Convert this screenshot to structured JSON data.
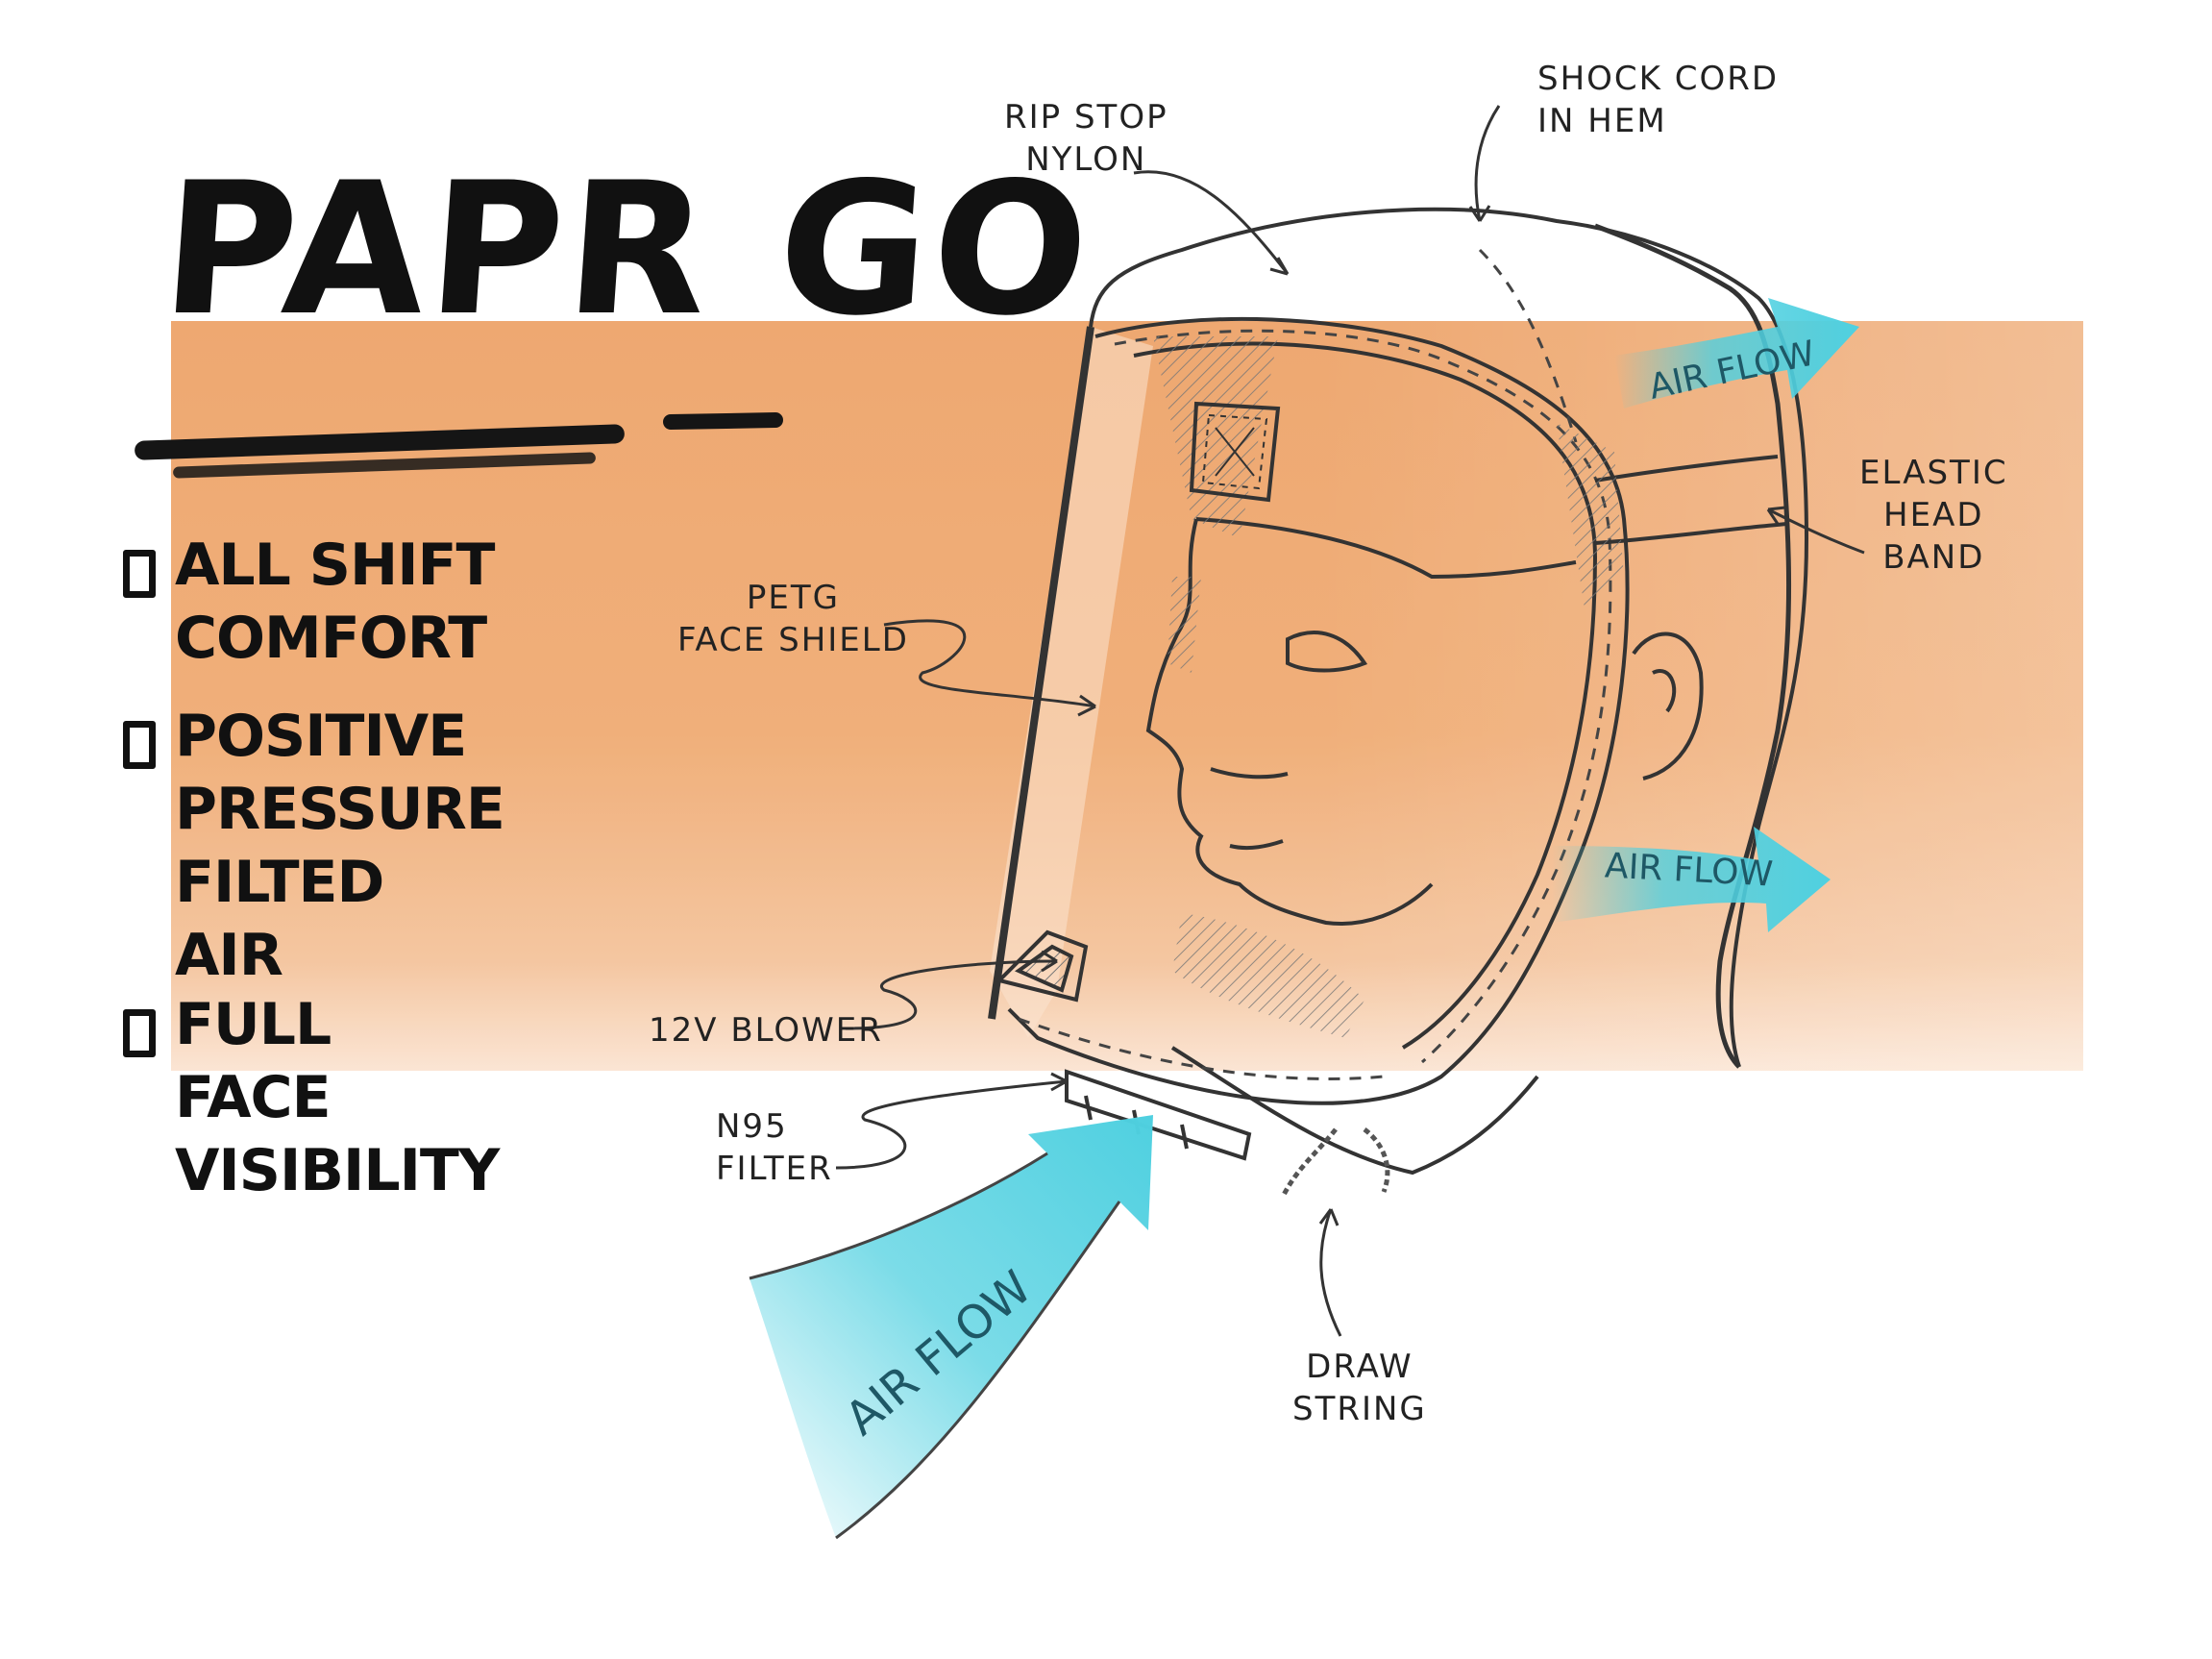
{
  "title": {
    "text": "PAPR GO"
  },
  "features": [
    {
      "text": "ALL SHIFT\nCOMFORT"
    },
    {
      "text": "POSITIVE\nPRESSURE\nFILTED\nAIR"
    },
    {
      "text": "FULL\nFACE\nVISIBILITY"
    }
  ],
  "labels": {
    "rip_stop": "RIP STOP\nNYLON",
    "shock_cord": "SHOCK CORD\nIN HEM",
    "elastic": "ELASTIC\nHEAD\nBAND",
    "petg": "PETG\nFACE SHIELD",
    "blower": "12V BLOWER",
    "filter": "N95\nFILTER",
    "draw_string": "DRAW\nSTRING"
  },
  "airflow": {
    "top": "AIR FLOW",
    "middle": "AIR FLOW",
    "bottom": "AIR FLOW"
  },
  "colors": {
    "band": "#f0ab73",
    "airflow": "#4fd0e0",
    "ink": "#222222"
  }
}
